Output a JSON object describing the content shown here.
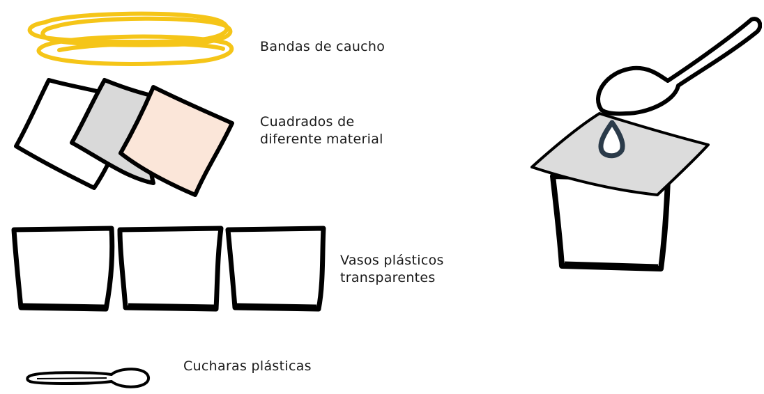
{
  "materials": {
    "rubber_bands": {
      "label": "Bandas de caucho",
      "icon": "rubber-bands-icon",
      "color": "#f5c518"
    },
    "squares": {
      "label_lines": [
        "Cuadrados de",
        "diferente material"
      ],
      "icon": "material-squares-icon",
      "colors": [
        "#ffffff",
        "#d9d9d9",
        "#fbe6d9"
      ]
    },
    "cups": {
      "label_lines": [
        "Vasos plásticos",
        "transparentes"
      ],
      "icon": "plastic-cup-icon"
    },
    "spoons": {
      "label": "Cucharas plásticas",
      "icon": "plastic-spoon-icon"
    }
  },
  "experiment": {
    "icon": "cup-covered-with-material-and-spoon-drop-icon",
    "drop_color": "#2b3b4a",
    "cover_color": "#dcdcdc"
  }
}
